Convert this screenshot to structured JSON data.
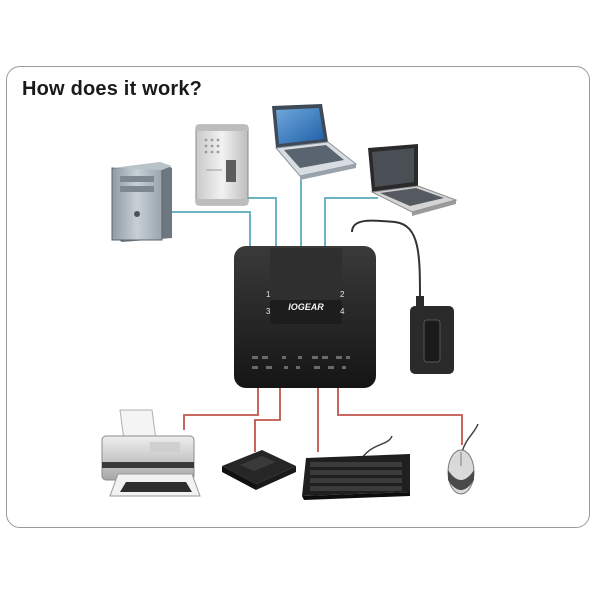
{
  "title": "How does it work?",
  "hub": {
    "brand": "IOGEAR",
    "ports": [
      "1",
      "2",
      "3",
      "4"
    ]
  },
  "devices": {
    "top": [
      "desktop-tower",
      "mac-pro-tower",
      "laptop-open",
      "laptop-angled"
    ],
    "bottom": [
      "printer",
      "card-reader",
      "keyboard",
      "mouse"
    ],
    "side": [
      "power-adapter"
    ]
  },
  "colors": {
    "host_cable": "#6fb4c4",
    "device_cable": "#c0554a",
    "hub_body": "#222222",
    "power_cable": "#333333"
  }
}
